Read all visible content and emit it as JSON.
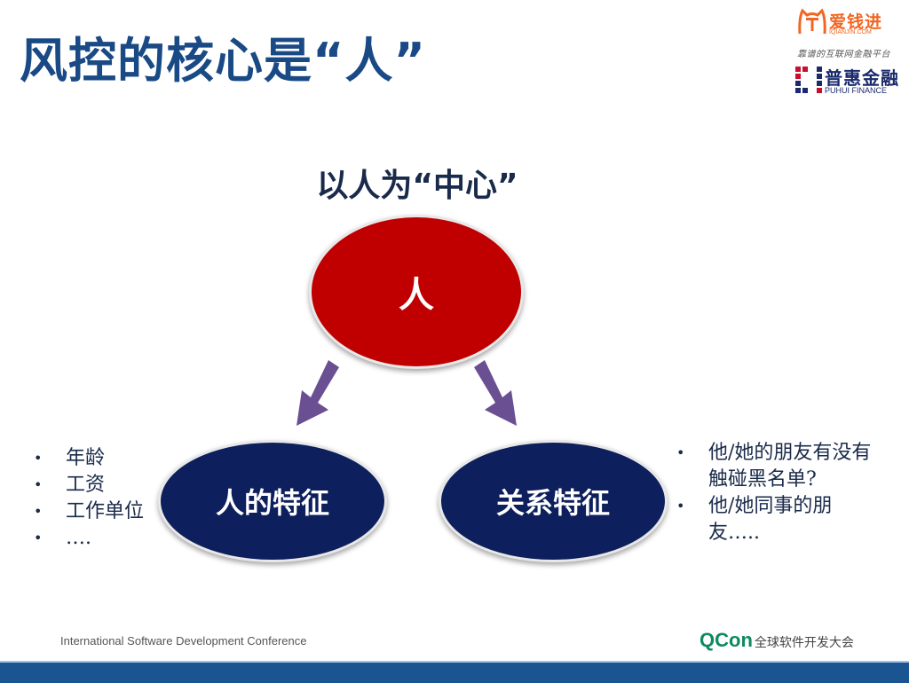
{
  "slide": {
    "title": "风控的核心是“人”",
    "center_title": "以人为“中心”"
  },
  "logos": {
    "iqianjin": {
      "brand": "爱钱进",
      "domain": "IQIANJIN.COM",
      "color": "#f26522"
    },
    "slogan": "靠谱的互联网金融平台",
    "puhui": {
      "brand": "普惠金融",
      "subtitle": "PUHUI FINANCE",
      "color": "#1a2a6c"
    }
  },
  "diagram": {
    "root": {
      "label": "人",
      "color": "#c00000"
    },
    "left_node": {
      "label": "人的特征",
      "color": "#0d1f5c"
    },
    "right_node": {
      "label": "关系特征",
      "color": "#0d1f5c"
    },
    "arrow_color": "#6a4f92"
  },
  "left_list": {
    "items": [
      "年龄",
      "工资",
      "工作单位",
      "…."
    ]
  },
  "right_list": {
    "items": [
      "他/她的朋友有没有触碰黑名单?",
      "他/她同事的朋友….."
    ]
  },
  "footer": {
    "conference": "International Software Development Conference",
    "qcon_brand": "QCon",
    "qcon_zh": "全球软件开发大会",
    "bar_color": "#1a5592"
  }
}
